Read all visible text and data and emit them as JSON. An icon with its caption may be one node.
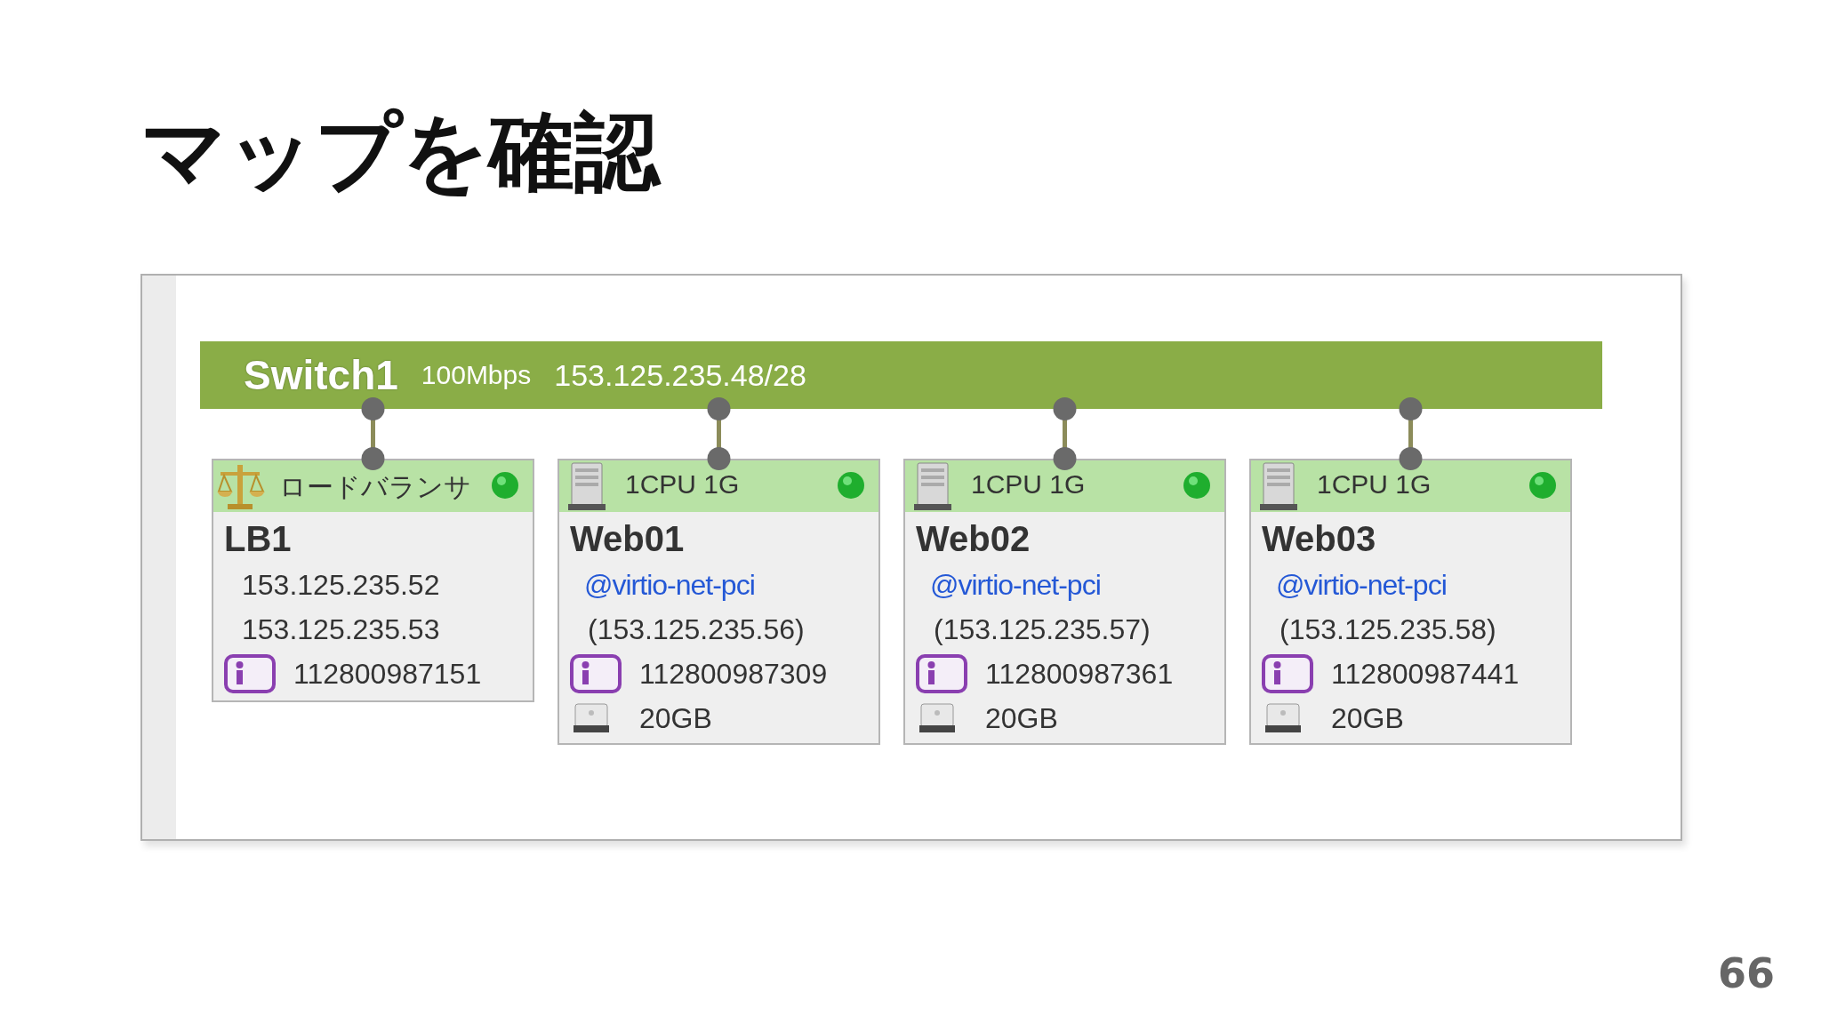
{
  "diagram": {
    "title": "マップを確認",
    "nodes": [
      {
        "text": [
          "Switch1",
          "100Mbps",
          "153.125.235.48/28"
        ]
      },
      {
        "text": [
          "ロードバランサ",
          "LB1",
          "153.125.235.52",
          "153.125.235.53",
          "112800987151"
        ]
      },
      {
        "text": [
          "1CPU 1G",
          "Web01",
          "@virtio-net-pci",
          "(153.125.235.56)",
          "112800987309",
          "20GB"
        ]
      },
      {
        "text": [
          "1CPU 1G",
          "Web02",
          "@virtio-net-pci",
          "(153.125.235.57)",
          "112800987361",
          "20GB"
        ]
      },
      {
        "text": [
          "1CPU 1G",
          "Web03",
          "@virtio-net-pci",
          "(153.125.235.58)",
          "112800987441",
          "20GB"
        ]
      }
    ],
    "edges": [
      {
        "from": 0,
        "to": 1,
        "arrow": "other"
      },
      {
        "from": 0,
        "to": 2,
        "arrow": "other"
      },
      {
        "from": 0,
        "to": 3,
        "arrow": "other"
      },
      {
        "from": 0,
        "to": 4,
        "arrow": "other"
      }
    ],
    "labels": [
      "66"
    ]
  }
}
